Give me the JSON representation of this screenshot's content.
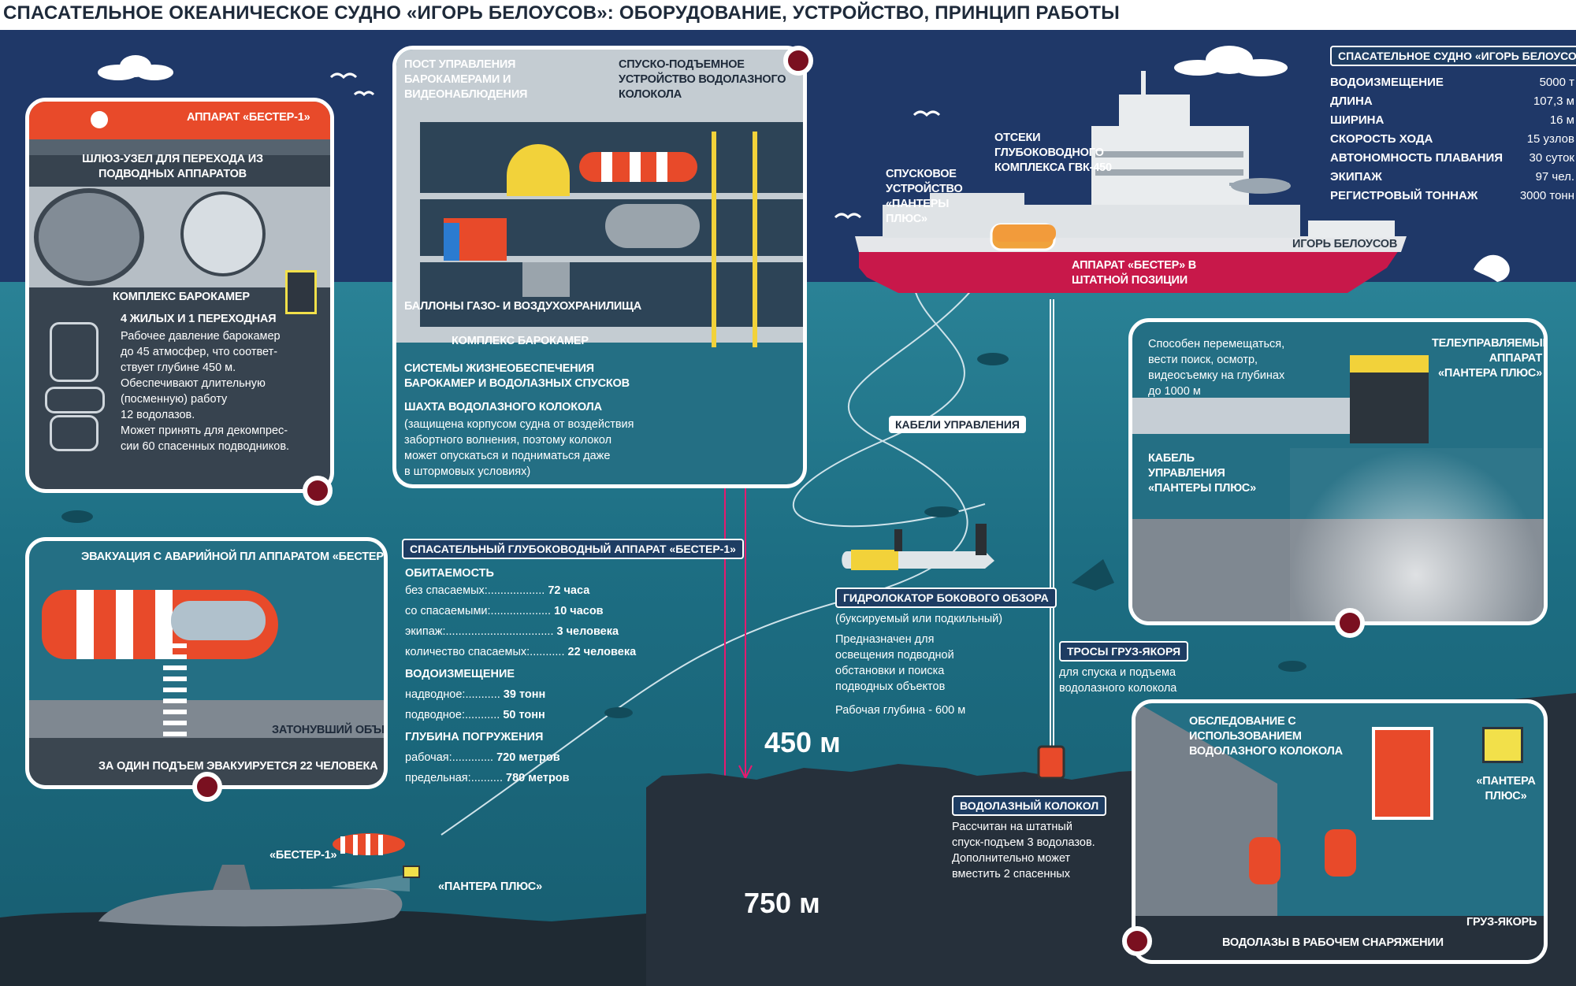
{
  "title": "СПАСАТЕЛЬНОЕ ОКЕАНИЧЕСКОЕ СУДНО «ИГОРЬ БЕЛОУСОВ»: ОБОРУДОВАНИЕ, УСТРОЙСТВО, ПРИНЦИП РАБОТЫ",
  "colors": {
    "sky": "#1f3868",
    "sea": "#1d6e83",
    "accent": "#e84a2a",
    "marker": "#7a1020",
    "tag_bg": "#ffffff"
  },
  "specs": {
    "header": "СПАСАТЕЛЬНОЕ СУДНО «ИГОРЬ БЕЛОУСОВ»",
    "rows": [
      {
        "k": "ВОДОИЗМЕЩЕНИЕ",
        "v": "5000 т"
      },
      {
        "k": "ДЛИНА",
        "v": "107,3 м"
      },
      {
        "k": "ШИРИНА",
        "v": "16 м"
      },
      {
        "k": "СКОРОСТЬ ХОДА",
        "v": "15 узлов"
      },
      {
        "k": "АВТОНОМНОСТЬ ПЛАВАНИЯ",
        "v": "30 суток"
      },
      {
        "k": "ЭКИПАЖ",
        "v": "97 чел."
      },
      {
        "k": "РЕГИСТРОВЫЙ ТОННАЖ",
        "v": "3000 тонн"
      }
    ]
  },
  "ship": {
    "name": "ИГОРЬ БЕЛОУСОВ",
    "launcher_label": "СПУСКОВОЕ УСТРОЙСТВО «ПАНТЕРЫ ПЛЮС»",
    "gvk_label": "ОТСЕКИ ГЛУБОКОВОДНОГО КОМПЛЕКСА ГВК-450",
    "bester_label": "АППАРАТ «БЕСТЕР» В ШТАТНОЙ ПОЗИЦИИ"
  },
  "panel1": {
    "bester_label": "АППАРАТ «БЕСТЕР-1»",
    "lock_label": "ШЛЮЗ-УЗЕЛ ДЛЯ ПЕРЕХОДА ИЗ ПОДВОДНЫХ АППАРАТОВ",
    "complex_label": "КОМПЛЕКС БАРОКАМЕР",
    "heading": "4 ЖИЛЫХ И 1 ПЕРЕХОДНАЯ",
    "text": [
      "Рабочее давление барокамер",
      "до 45 атмосфер, что соответ-",
      "ствует глубине 450 м.",
      "Обеспечивают длительную",
      "(посменную) работу",
      "12 водолазов.",
      "Может принять для декомпрес-",
      "сии 60 спасенных подводников."
    ]
  },
  "panel2": {
    "post_label": "ПОСТ УПРАВЛЕНИЯ БАРОКАМЕРАМИ И ВИДЕОНАБЛЮДЕНИЯ",
    "lift_label": "СПУСКО-ПОДЪЕМНОЕ УСТРОЙСТВО ВОДОЛАЗНОГО КОЛОКОЛА",
    "tanks_label": "БАЛЛОНЫ ГАЗО- И ВОЗДУХОХРАНИЛИЩА",
    "complex_label": "КОМПЛЕКС БАРОКАМЕР",
    "life_label": "СИСТЕМЫ ЖИЗНЕОБЕСПЕЧЕНИЯ БАРОКАМЕР И ВОДОЛАЗНЫХ СПУСКОВ",
    "shaft_label": "ШАХТА ВОДОЛАЗНОГО КОЛОКОЛА",
    "shaft_text": [
      "(защищена корпусом судна от воздействия",
      "забортного волнения, поэтому колокол",
      "может опускаться и подниматься даже",
      "в штормовых условиях)"
    ]
  },
  "panel3": {
    "title": "ЭВАКУАЦИЯ С АВАРИЙНОЙ ПЛ АППАРАТОМ «БЕСТЕР»",
    "sunken_label": "ЗАТОНУВШИЙ ОБЪЕКТ",
    "footer": "ЗА ОДИН ПОДЪЕМ ЭВАКУИРУЕТСЯ 22 ЧЕЛОВЕКА"
  },
  "bester_specs": {
    "tag": "СПАСАТЕЛЬНЫЙ ГЛУБОКОВОДНЫЙ АППАРАТ «БЕСТЕР-1»",
    "h1": "ОБИТАЕМОСТЬ",
    "r1": [
      "без спасаемых:",
      "72 часа"
    ],
    "r2": [
      "со спасаемыми:",
      "10 часов"
    ],
    "r3": [
      "экипаж:",
      "3 человека"
    ],
    "r4": [
      "количество спасаемых:",
      "22 человека"
    ],
    "h2": "ВОДОИЗМЕЩЕНИЕ",
    "r5": [
      "надводное:",
      "39 тонн"
    ],
    "r6": [
      "подводное:",
      "50 тонн"
    ],
    "h3": "ГЛУБИНА ПОГРУЖЕНИЯ",
    "r7": [
      "рабочая:",
      "720 метров"
    ],
    "r8": [
      "предельная:",
      "780 метров"
    ]
  },
  "cables_tag": "КАБЕЛИ УПРАВЛЕНИЯ",
  "sonar": {
    "tag": "ГИДРОЛОКАТОР БОКОВОГО ОБЗОРА",
    "sub": "(буксируемый или подкильный)",
    "text": [
      "Предназначен для",
      "освещения подводной",
      "обстановки и поиска",
      "подводных объектов"
    ],
    "depth": "Рабочая глубина - 600 м"
  },
  "cables_anchor": {
    "tag": "ТРОСЫ ГРУЗ-ЯКОРЯ",
    "text": [
      "для спуска и подъема",
      "водолазного колокола"
    ]
  },
  "bell": {
    "tag": "ВОДОЛАЗНЫЙ КОЛОКОЛ",
    "text": [
      "Рассчитан на штатный",
      "спуск-подъем 3 водолазов.",
      "Дополнительно может",
      "вместить 2 спасенных"
    ]
  },
  "depths": {
    "d1": "450 м",
    "d2": "750 м"
  },
  "labels": {
    "bester1": "«БЕСТЕР-1»",
    "pantera": "«ПАНТЕРА ПЛЮС»"
  },
  "panel4": {
    "text": [
      "Способен перемещаться,",
      "вести поиск, осмотр,",
      "видеосъемку на глубинах",
      "до 1000 м"
    ],
    "rov_label": "ТЕЛЕУПРАВЛЯЕМЫЙ АППАРАТ «ПАНТЕРА ПЛЮС»",
    "cable_label": "КАБЕЛЬ УПРАВЛЕНИЯ «ПАНТЕРЫ ПЛЮС»"
  },
  "panel5": {
    "title": "ОБСЛЕДОВАНИЕ С ИСПОЛЬЗОВАНИЕМ ВОДОЛАЗНОГО КОЛОКОЛА",
    "pantera_label": "«ПАНТЕРА ПЛЮС»",
    "anchor_label": "ГРУЗ-ЯКОРЬ",
    "divers_label": "ВОДОЛАЗЫ В РАБОЧЕМ СНАРЯЖЕНИИ"
  }
}
